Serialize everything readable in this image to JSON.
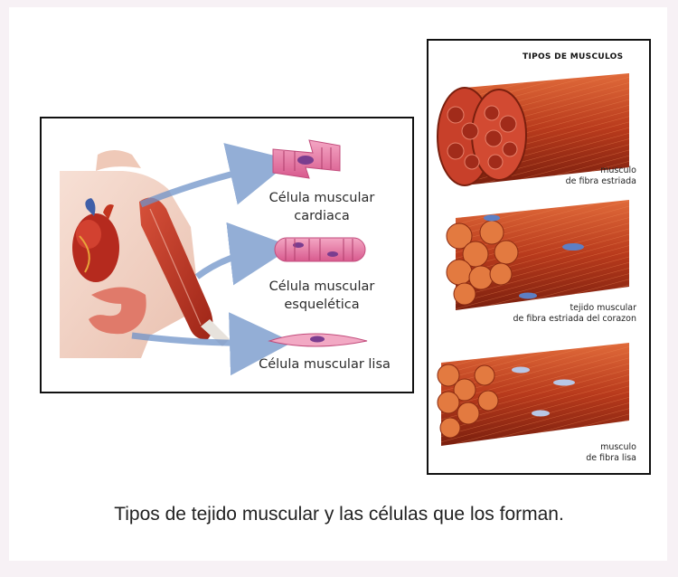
{
  "diagram": {
    "cells": {
      "cardiac_label_line1": "Célula muscular",
      "cardiac_label_line2": "cardiaca",
      "skeletal_label_line1": "Célula muscular",
      "skeletal_label_line2": "esquelética",
      "smooth_label": "Célula muscular lisa"
    },
    "types": {
      "title": "TIPOS DE MUSCULOS",
      "striated_line1": "musculo",
      "striated_line2": "de fibra estriada",
      "cardiac_line1": "tejido muscular",
      "cardiac_line2": "de fibra estriada del corazon",
      "smooth_line1": "musculo",
      "smooth_line2": "de fibra lisa"
    },
    "caption": "Tipos de tejido muscular y las células que los forman.",
    "colors": {
      "muscle_red": "#c4432a",
      "arrow_blue": "#6f93c9",
      "skin": "#f2cfc0",
      "cell_pink": "#e36fa0"
    }
  }
}
